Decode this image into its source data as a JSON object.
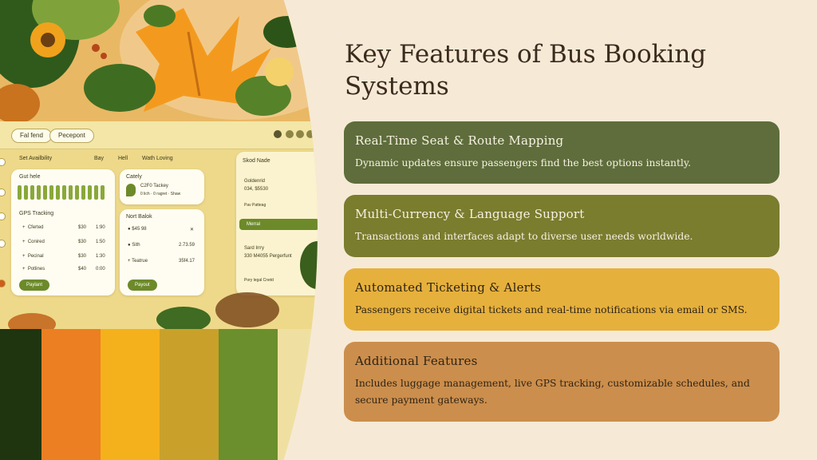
{
  "title": "Key Features of Bus Booking Systems",
  "features": [
    {
      "heading": "Real-Time Seat & Route Mapping",
      "text": "Dynamic updates ensure passengers find the best options instantly."
    },
    {
      "heading": "Multi-Currency & Language Support",
      "text": "Transactions and interfaces adapt to diverse user needs worldwide."
    },
    {
      "heading": "Automated Ticketing & Alerts",
      "text": "Passengers receive digital tickets and real-time notifications via email or SMS."
    },
    {
      "heading": "Additional Features",
      "text": "Includes luggage management, live GPS tracking, customizable schedules, and secure payment gateways."
    }
  ],
  "colors": {
    "background": "#f6ead6",
    "card_1": "#5e6d3b",
    "card_2": "#7a7c2e",
    "card_3": "#e6b03c",
    "card_4": "#cc8e4c",
    "title": "#3b2b1e"
  },
  "mockup": {
    "tabs": [
      "Fal fend",
      "Pecepont"
    ],
    "filters": [
      "Set Availbility",
      "Bay",
      "Hell",
      "Wath Loving",
      "Skod Nade"
    ],
    "panel_gut": {
      "label": "Gut hele"
    },
    "panel_gps": {
      "label": "GPS Tracking",
      "rows": [
        {
          "name": "Cferted",
          "a": "$30",
          "b": "1:90"
        },
        {
          "name": "Conired",
          "a": "$30",
          "b": "1:50"
        },
        {
          "name": "Pecinal",
          "a": "$30",
          "b": "1:30"
        },
        {
          "name": "Potlines",
          "a": "$40",
          "b": "0:00"
        }
      ],
      "button": "Paylant"
    },
    "panel_cately": {
      "label": "Cately",
      "line1": "C2F0 Tackey",
      "line2": "0 lich · 0 ragret · Shaw"
    },
    "panel_nort": {
      "label": "Nort Balok",
      "rows": [
        {
          "name": "$45 98",
          "value": ""
        },
        {
          "name": "Sith",
          "value": "2.73.59"
        },
        {
          "name": "Teatrue",
          "value": "35f4.17"
        }
      ],
      "button": "Payout"
    },
    "panel_right": {
      "line1": "Goldenrid",
      "line2": "034, $5530",
      "pay": "Pav Patteag",
      "bar": "Merral",
      "line3": "Sard Irrry",
      "line4": "330 M4055 Pergerfunt",
      "footer": "Pory legal Cnetd"
    }
  },
  "stripe_colors": [
    "#1e3510",
    "#ec7f22",
    "#f4b11c",
    "#c9a12a",
    "#6b8f2c",
    "#efe0a2"
  ]
}
